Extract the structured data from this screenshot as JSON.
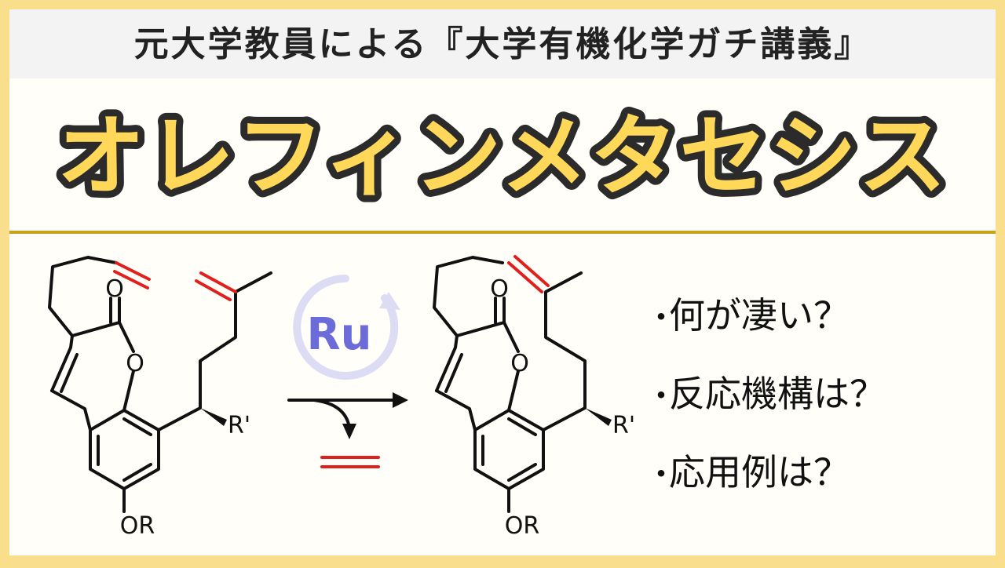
{
  "header": {
    "subtitle": "元大学教員による『大学有機化学ガチ講義』",
    "title": "オレフィンメタセシス"
  },
  "scheme": {
    "catalyst_label": "Ru",
    "left": {
      "carbonyl_o": "O",
      "ring_o": "O",
      "substituent": "R'",
      "ether": "OR"
    },
    "right": {
      "carbonyl_o": "O",
      "ring_o": "O",
      "substituent": "R'",
      "ether": "OR"
    }
  },
  "questions": [
    {
      "bullet": "・",
      "text": "何が凄い？"
    },
    {
      "bullet": "・",
      "text": "反応機構は？"
    },
    {
      "bullet": "・",
      "text": "応用例は？"
    }
  ],
  "colors": {
    "frame": "#f9df8c",
    "title_fill": "#ffd85a",
    "title_outline": "#2b2b2b",
    "rule": "#c8a21a",
    "highlight_bond": "#e0201c",
    "catalyst": "#6b6bd9"
  }
}
